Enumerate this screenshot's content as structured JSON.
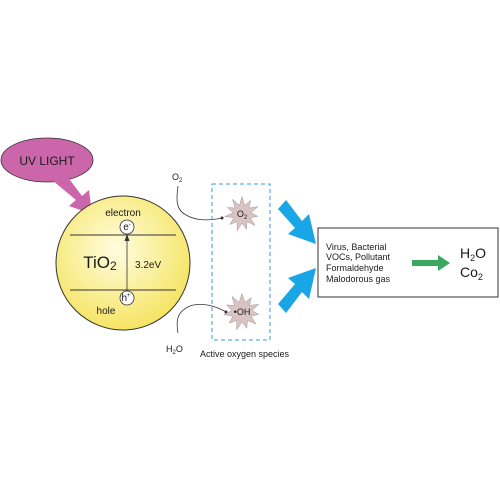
{
  "light_source": {
    "label": "UV LIGHT",
    "fill_color": "#cc66aa",
    "arrow_color": "#cc66aa"
  },
  "catalyst": {
    "name": "TiO2",
    "name_base": "TiO",
    "name_sub": "2",
    "electron_label": "electron",
    "electron_symbol": "e",
    "electron_charge": "-",
    "hole_label": "hole",
    "hole_symbol": "h",
    "hole_charge": "+",
    "band_gap": "3.2eV",
    "fill_color_center": "#fffde0",
    "fill_color_edge": "#f5e25a"
  },
  "inputs": {
    "oxygen": {
      "label": "O2",
      "base": "O",
      "sub": "2"
    },
    "water": {
      "label": "H2O",
      "base": "H",
      "sub": "2",
      "tail": "O"
    }
  },
  "active_species": {
    "caption": "Active oxygen species",
    "box_color": "#3399dd",
    "burst_color": "#d9c3c3",
    "superoxide": {
      "base": "O",
      "sub": "2"
    },
    "hydroxyl": {
      "label": "•OH"
    }
  },
  "pollutants": {
    "lines": [
      "Virus, Bacterial",
      "VOCs, Pollutant",
      "Formaldehyde",
      "Malodorous gas"
    ]
  },
  "products": {
    "water": {
      "base": "H",
      "sub": "2",
      "tail": "O"
    },
    "carbon_dioxide": {
      "base": "Co",
      "sub": "2"
    },
    "text_color": "#1a3a8c",
    "arrow_color": "#3aa860"
  },
  "flow_arrow_color": "#1aa6e6"
}
